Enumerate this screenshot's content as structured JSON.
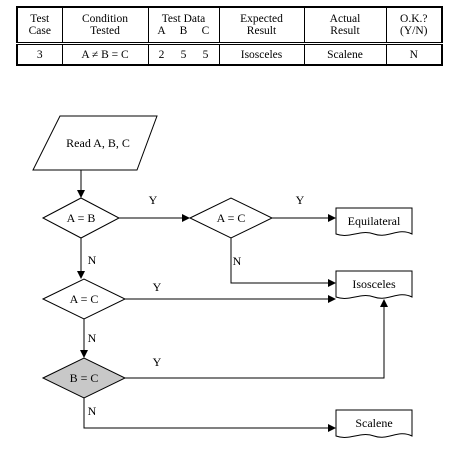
{
  "table": {
    "headers": {
      "test_case": [
        "Test",
        "Case"
      ],
      "condition": [
        "Condition",
        "Tested"
      ],
      "test_data": "Test Data",
      "test_data_cols": [
        "A",
        "B",
        "C"
      ],
      "expected": [
        "Expected",
        "Result"
      ],
      "actual": [
        "Actual",
        "Result"
      ],
      "ok": [
        "O.K.?",
        "(Y/N)"
      ]
    },
    "rows": [
      {
        "test_case": "3",
        "condition": "A ≠ B = C",
        "data": [
          "2",
          "5",
          "5"
        ],
        "expected": "Isosceles",
        "actual": "Scalene",
        "ok": "N"
      }
    ]
  },
  "flowchart": {
    "input": "Read A, B, C",
    "decisions": {
      "d1": "A = B",
      "d2": "A = C",
      "d3": "A = C",
      "d4": "B = C"
    },
    "outputs": {
      "equilateral": "Equilateral",
      "isosceles": "Isosceles",
      "scalene": "Scalene"
    },
    "labels": {
      "yes": "Y",
      "no": "N"
    },
    "colors": {
      "highlight_fill": "#c8c8c8",
      "stroke": "#000000"
    }
  }
}
